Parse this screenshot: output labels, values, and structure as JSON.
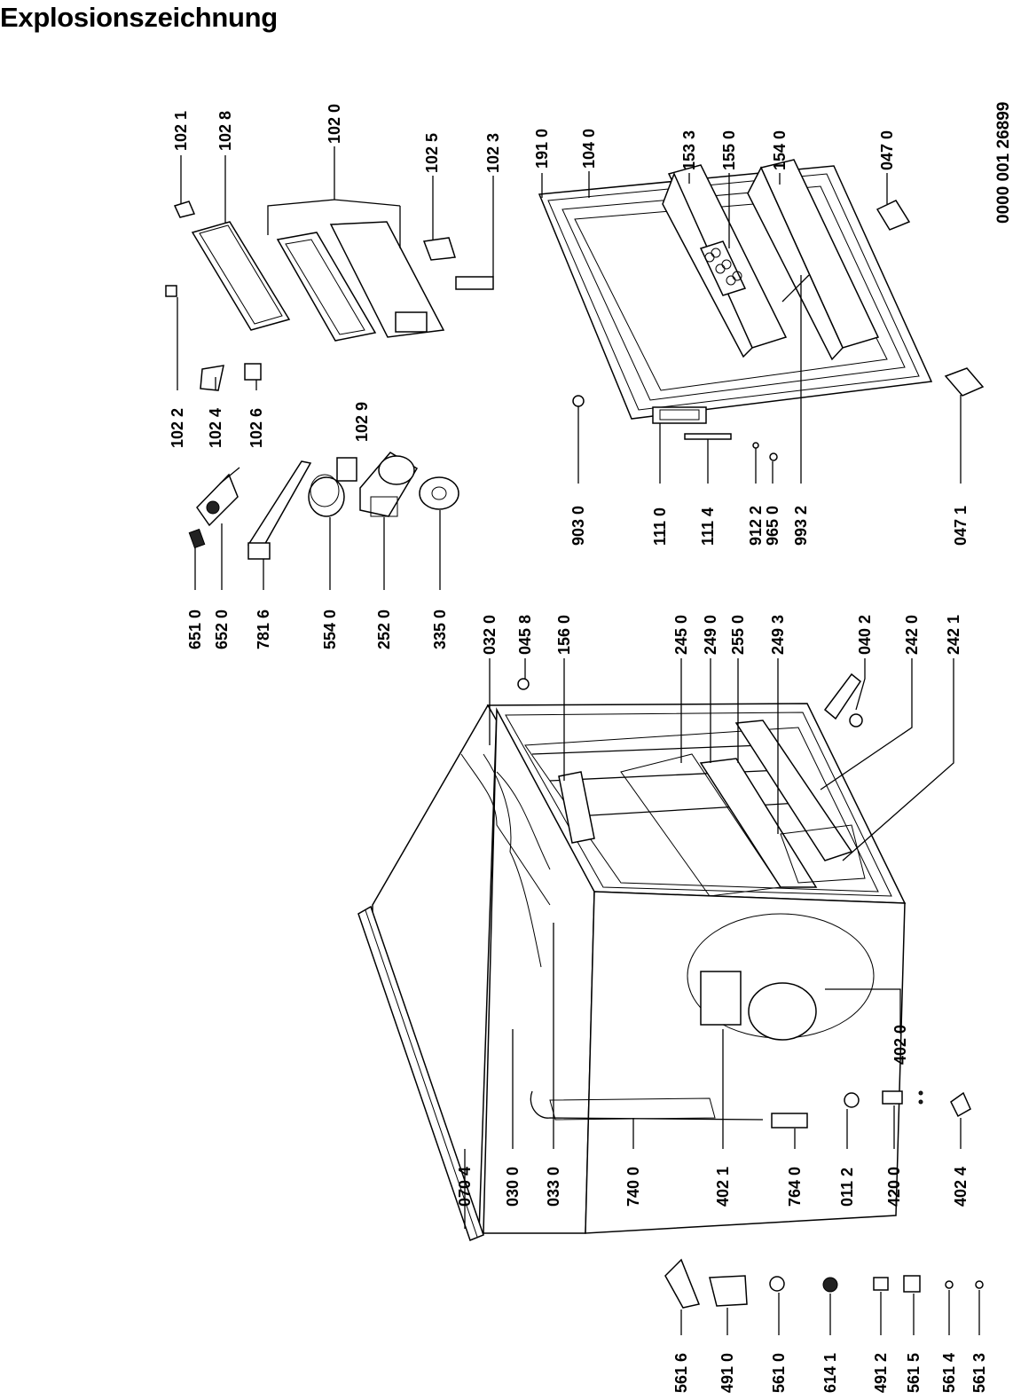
{
  "title": "Explosionszeichnung",
  "document_number": "0000 001 26899",
  "part_labels": [
    "102 1",
    "102 8",
    "102 0",
    "102 5",
    "102 3",
    "191 0",
    "104 0",
    "153 3",
    "155 0",
    "154 0",
    "047 0",
    "102 2",
    "102 4",
    "102 6",
    "102 9",
    "903 0",
    "111 0",
    "111 4",
    "912 2",
    "965 0",
    "993 2",
    "047 1",
    "651 0",
    "652 0",
    "781 6",
    "554 0",
    "252 0",
    "335 0",
    "032 0",
    "045 8",
    "156 0",
    "245 0",
    "249 0",
    "255 0",
    "249 3",
    "040 2",
    "242 0",
    "242 1",
    "070 4",
    "030 0",
    "033 0",
    "740 0",
    "402 1",
    "764 0",
    "011 2",
    "420 0",
    "402 4",
    "402 0",
    "561 6",
    "491 0",
    "561 0",
    "614 1",
    "491 2",
    "561 5",
    "561 4",
    "561 3"
  ]
}
